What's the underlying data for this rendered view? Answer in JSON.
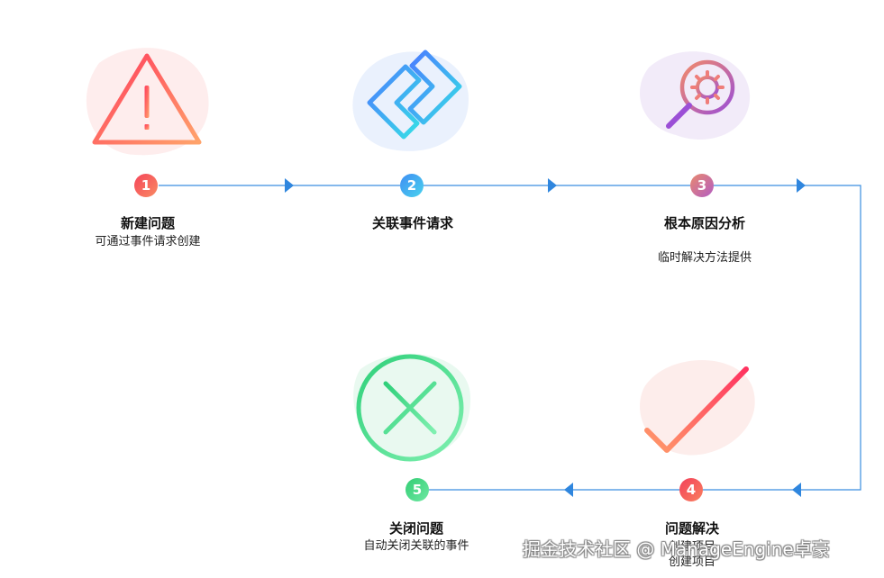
{
  "steps": [
    {
      "number": "1",
      "title": "新建问题",
      "desc": [
        "可通过事件请求创建"
      ],
      "icon": "warning-triangle-icon"
    },
    {
      "number": "2",
      "title": "关联事件请求",
      "desc": [],
      "icon": "chain-link-icon"
    },
    {
      "number": "3",
      "title": "根本原因分析",
      "desc": [
        "临时解决方法提供"
      ],
      "icon": "magnifier-gear-icon"
    },
    {
      "number": "4",
      "title": "问题解决",
      "desc": [
        "创建项目",
        "创建项目"
      ],
      "icon": "checkmark-icon"
    },
    {
      "number": "5",
      "title": "关闭问题",
      "desc": [
        "自动关闭关联的事件"
      ],
      "icon": "close-circle-icon"
    }
  ],
  "watermark": "掘金技术社区 @ ManageEngine卓豪",
  "colors": {
    "line": "#3a8ee0",
    "step1": "#f0495b",
    "step2": "#3bb3f0",
    "step3": "#c06ab4",
    "step4": "#f2445a",
    "step5": "#3fcf7c"
  }
}
